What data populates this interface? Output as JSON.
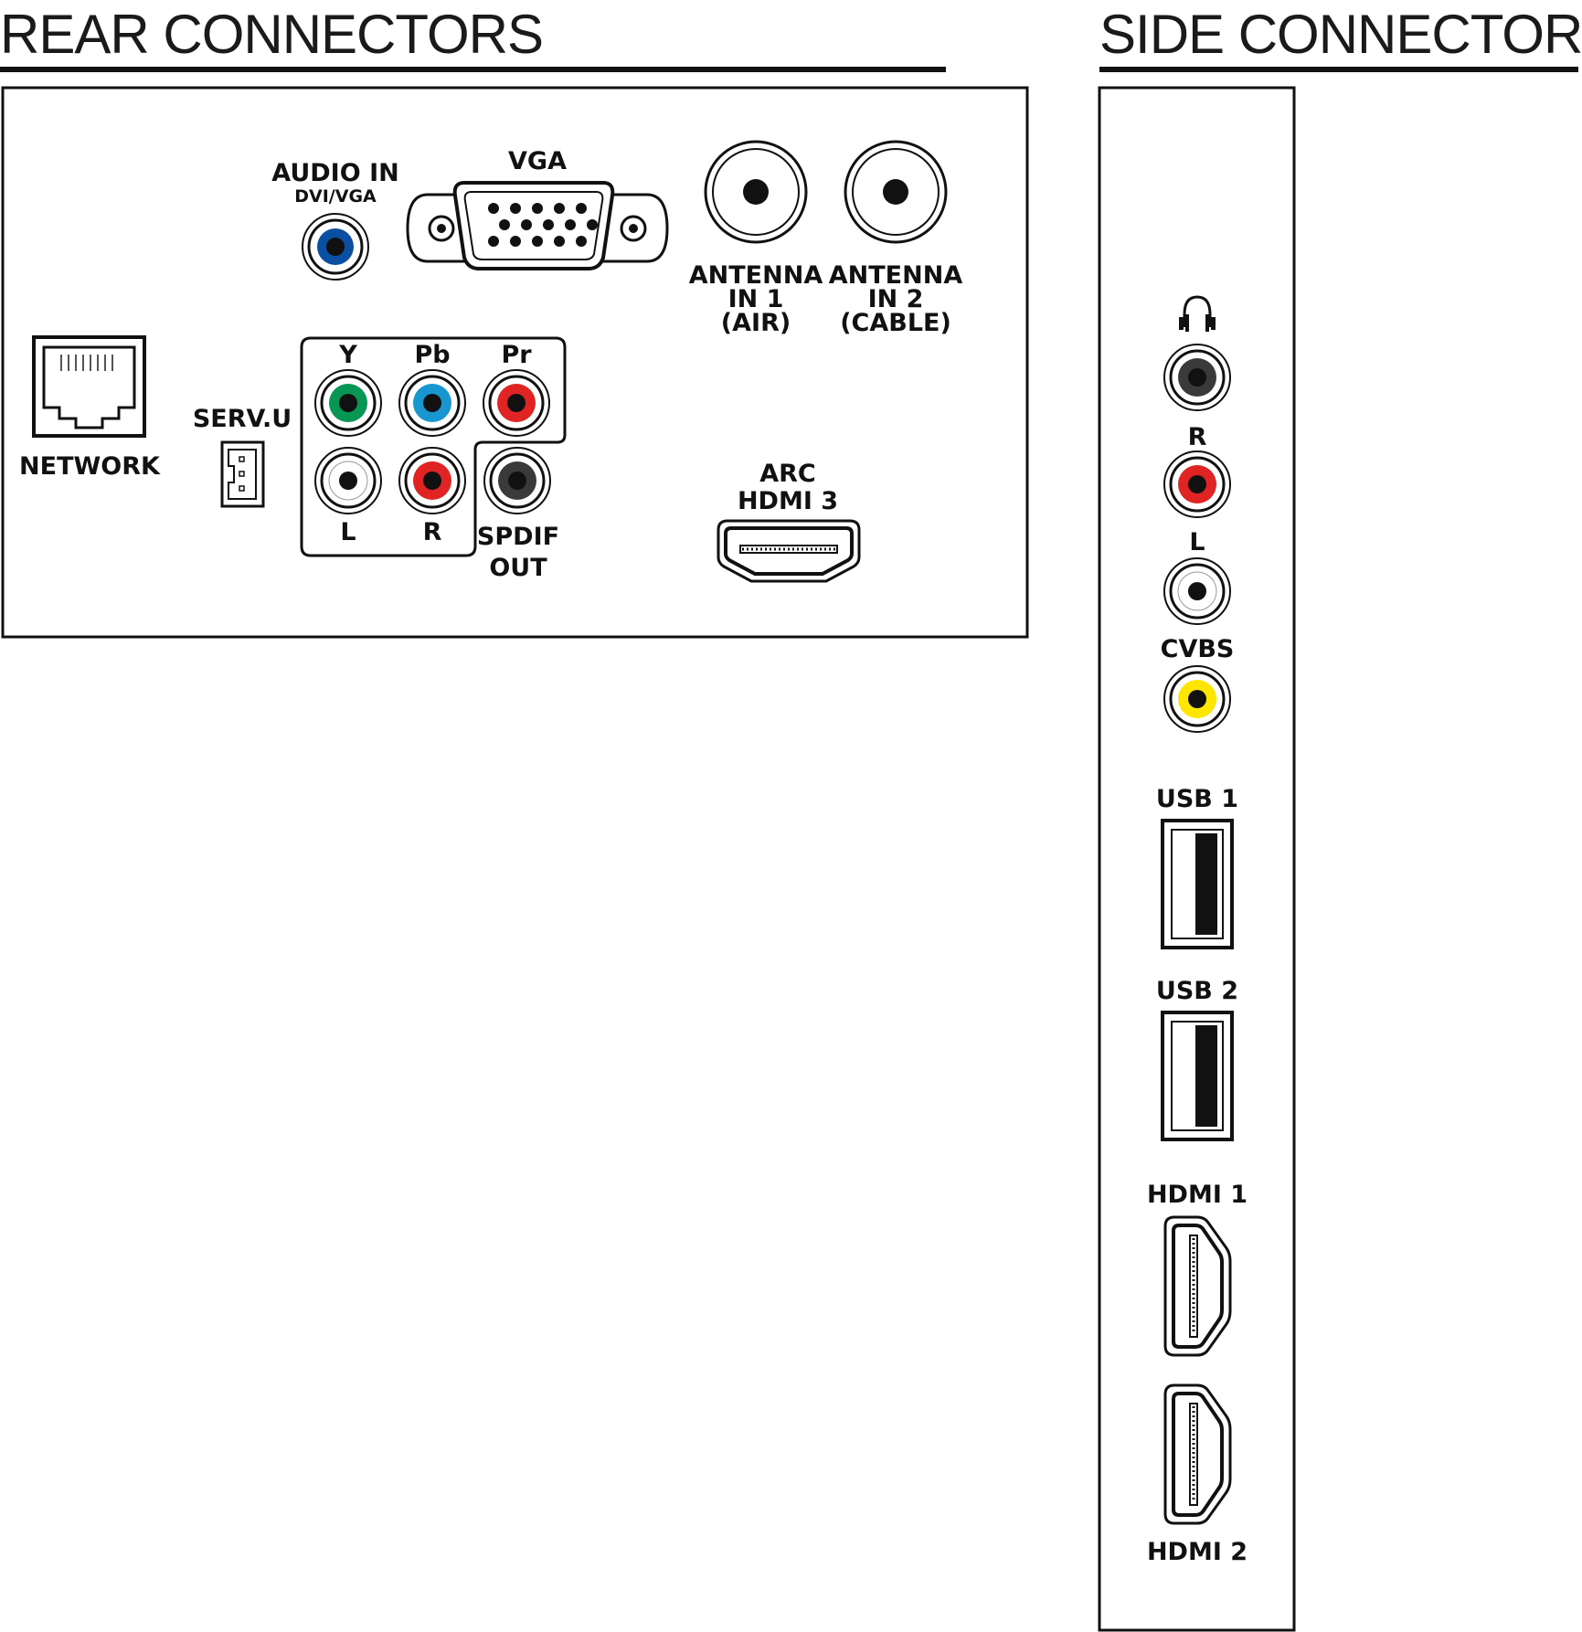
{
  "headings": {
    "rear": "REAR CONNECTORS",
    "side": "SIDE CONNECTORS"
  },
  "rear": {
    "audio_in": "AUDIO IN",
    "audio_in_sub": "DVI/VGA",
    "vga": "VGA",
    "antenna1": [
      "ANTENNA",
      "IN 1",
      "(AIR)"
    ],
    "antenna2": [
      "ANTENNA",
      "IN 2",
      "(CABLE)"
    ],
    "network": "NETWORK",
    "serv_u": "SERV.U",
    "component": {
      "y": "Y",
      "pb": "Pb",
      "pr": "Pr",
      "l": "L",
      "r": "R"
    },
    "spdif": [
      "SPDIF",
      "OUT"
    ],
    "hdmi3": [
      "ARC",
      "HDMI 3"
    ]
  },
  "side": {
    "headphone_icon": "headphones-icon",
    "r": "R",
    "l": "L",
    "cvbs": "CVBS",
    "usb1": "USB 1",
    "usb2": "USB 2",
    "hdmi1": "HDMI 1",
    "hdmi2": "HDMI 2"
  },
  "colors": {
    "audio_in": "#0b4fa3",
    "y": "#079654",
    "pb": "#1896cf",
    "pr": "#e02424",
    "r": "#e02424",
    "l": "#ffffff",
    "spdif": "#3a3a3a",
    "headphone": "#3a3a3a",
    "cvbs": "#ffe600",
    "outline": "#111111"
  }
}
